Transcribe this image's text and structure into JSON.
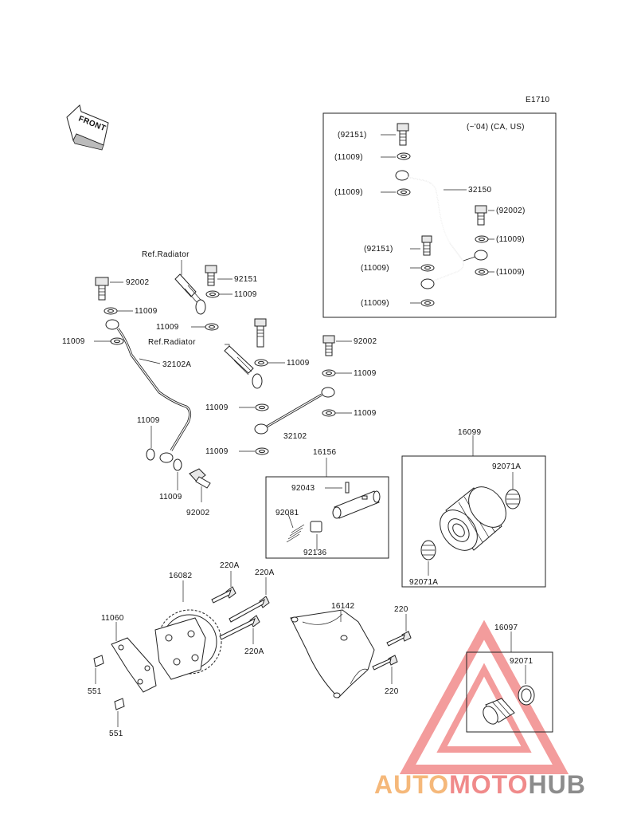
{
  "diagram_code": "E1710",
  "front_label": "FRONT",
  "inset_note": "(~'04) (CA, US)",
  "ref_labels": [
    "Ref.Radiator",
    "Ref.Radiator"
  ],
  "parts": {
    "p92151_inset1": "(92151)",
    "p11009_inset1": "(11009)",
    "p11009_inset2": "(11009)",
    "p32150": "32150",
    "p92002_inset": "(92002)",
    "p11009_inset3": "(11009)",
    "p92151_inset2": "(92151)",
    "p11009_inset4": "(11009)",
    "p11009_inset5": "(11009)",
    "p11009_inset6": "(11009)",
    "p92002_a": "92002",
    "p11009_a": "11009",
    "p11009_b": "11009",
    "p32102A": "32102A",
    "p11009_c": "11009",
    "p11009_d": "11009",
    "p92002_b": "92002",
    "p92151": "92151",
    "p11009_e": "11009",
    "p11009_f": "11009",
    "p11009_g": "11009",
    "p92002_c": "92002",
    "p11009_h": "11009",
    "p11009_i": "11009",
    "p11009_j": "11009",
    "p32102": "32102",
    "p11009_k": "11009",
    "p16156": "16156",
    "p92043": "92043",
    "p92081": "92081",
    "p92136": "92136",
    "p16099": "16099",
    "p92071A_a": "92071A",
    "p92071A_b": "92071A",
    "p16082": "16082",
    "p220A_a": "220A",
    "p220A_b": "220A",
    "p220A_c": "220A",
    "p11060": "11060",
    "p551_a": "551",
    "p551_b": "551",
    "p16142": "16142",
    "p220_a": "220",
    "p220_b": "220",
    "p16097": "16097",
    "p92071": "92071"
  },
  "watermark": {
    "part1": "AUTO",
    "part2": "MOTO",
    "part3": "HUB",
    "color1": "#f5b87a",
    "color2": "#f08a8a",
    "color3": "#8c8c8c",
    "triangle_color": "#f28b8b"
  }
}
